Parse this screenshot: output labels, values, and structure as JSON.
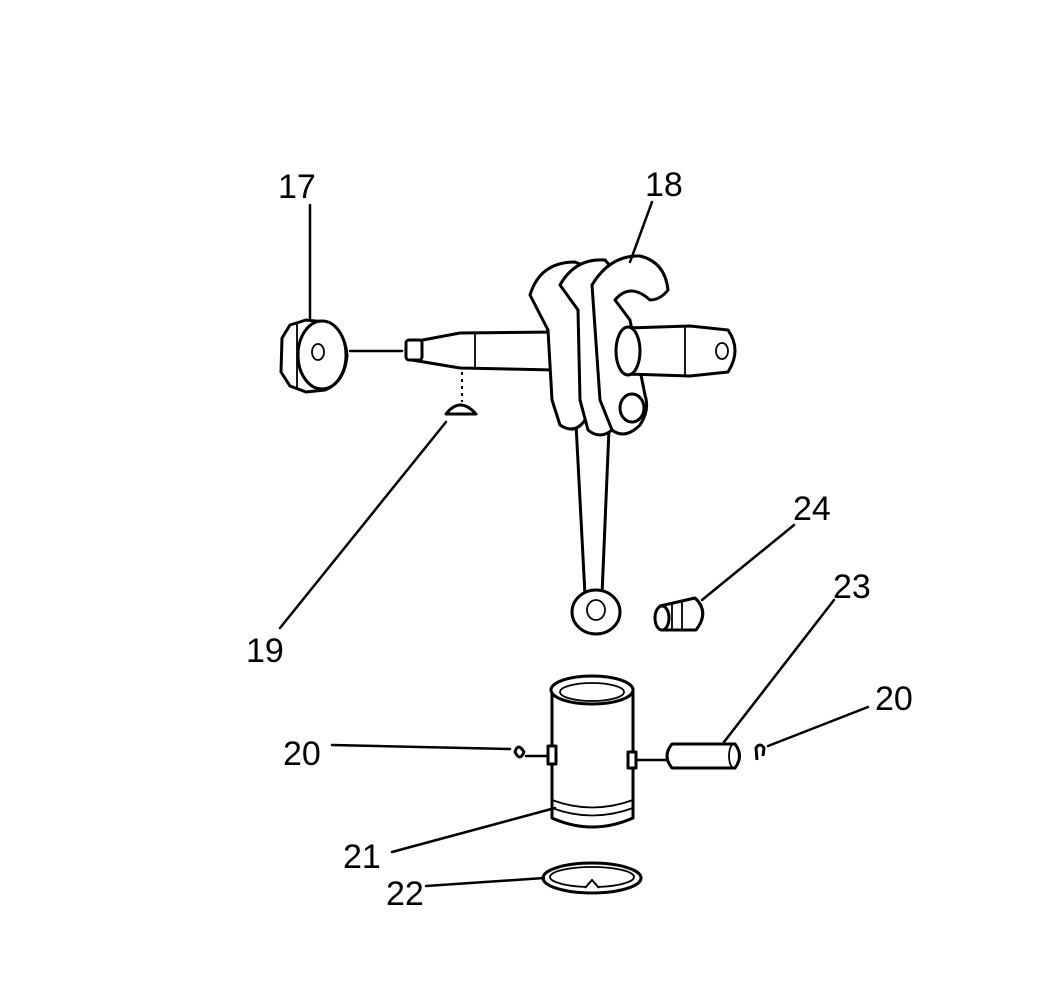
{
  "diagram": {
    "labels": {
      "nut": "17",
      "crankshaft": "18",
      "key": "19",
      "clip_left": "20",
      "clip_right": "20",
      "piston": "21",
      "piston_ring": "22",
      "piston_pin": "23",
      "bearing": "24"
    },
    "colors": {
      "ink": "#000000",
      "background": "#ffffff"
    }
  }
}
